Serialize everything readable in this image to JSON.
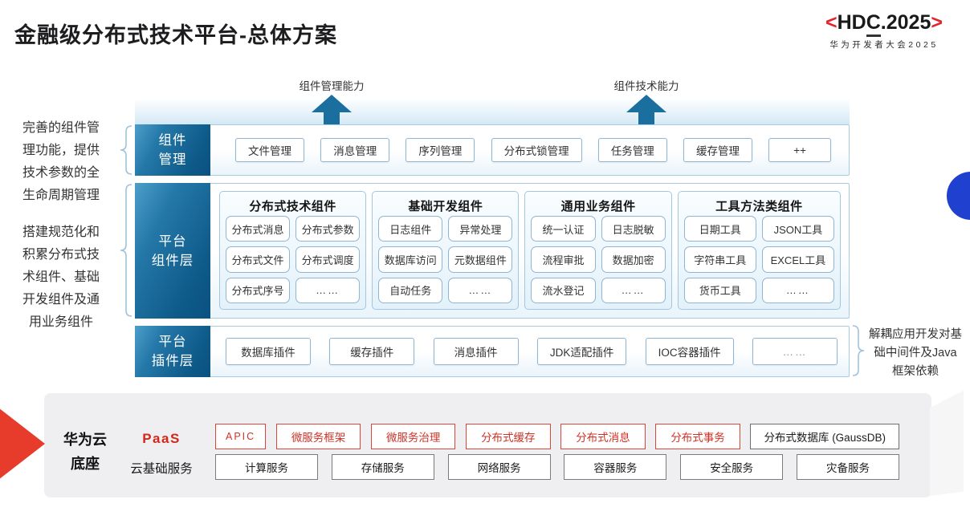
{
  "title": "金融级分布式技术平台-总体方案",
  "logo": {
    "open": "<",
    "part1": "HD",
    "part2": "C",
    "part3": ".2025",
    "close": ">",
    "subtitle": "华为开发者大会2025"
  },
  "annotations": {
    "left_top": "完善的组件管理功能，提供技术参数的全生命周期管理",
    "left_mid": "搭建规范化和积累分布式技术组件、基础开发组件及通用业务组件",
    "right": "解耦应用开发对基础中间件及Java框架依赖"
  },
  "arrows": {
    "left_label": "组件管理能力",
    "right_label": "组件技术能力"
  },
  "layers": {
    "mgmt": {
      "label_lines": [
        "组件",
        "管理"
      ],
      "items": [
        "文件管理",
        "消息管理",
        "序列管理",
        "分布式锁管理",
        "任务管理",
        "缓存管理",
        "++"
      ]
    },
    "components": {
      "label_lines": [
        "平台",
        "组件层"
      ],
      "groups": [
        {
          "title": "分布式技术组件",
          "cells": [
            "分布式消息",
            "分布式参数",
            "分布式文件",
            "分布式调度",
            "分布式序号",
            "……"
          ]
        },
        {
          "title": "基础开发组件",
          "cells": [
            "日志组件",
            "异常处理",
            "数据库访问",
            "元数据组件",
            "自动任务",
            "……"
          ]
        },
        {
          "title": "通用业务组件",
          "cells": [
            "统一认证",
            "日志脱敏",
            "流程审批",
            "数据加密",
            "流水登记",
            "……"
          ]
        },
        {
          "title": "工具方法类组件",
          "cells": [
            "日期工具",
            "JSON工具",
            "字符串工具",
            "EXCEL工具",
            "货币工具",
            "……"
          ]
        }
      ]
    },
    "plugins": {
      "label_lines": [
        "平台",
        "插件层"
      ],
      "items": [
        "数据库插件",
        "缓存插件",
        "消息插件",
        "JDK适配插件",
        "IOC容器插件",
        "……"
      ]
    }
  },
  "foundation": {
    "label_lines": [
      "华为云",
      "底座"
    ],
    "paas_label": "PaaS",
    "paas_items": [
      "APIC",
      "微服务框架",
      "微服务治理",
      "分布式缓存",
      "分布式消息",
      "分布式事务"
    ],
    "paas_dark_item": "分布式数据库 (GaussDB)",
    "cloud_label": "云基础服务",
    "cloud_items": [
      "计算服务",
      "存储服务",
      "网络服务",
      "容器服务",
      "安全服务",
      "灾备服务"
    ]
  },
  "colors": {
    "teal_label": "#0d5988",
    "arrow_teal": "#1a6f9f",
    "hdc_red": "#e5232d",
    "paas_red": "#d03226",
    "circle_blue": "#2040d0",
    "panel_gray": "#efeff1"
  }
}
